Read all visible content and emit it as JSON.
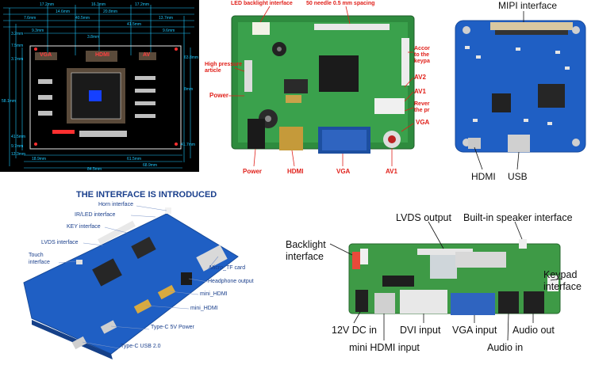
{
  "cad": {
    "dims_top": [
      "17.2mm",
      "16.3mm",
      "17.2mm",
      "14.6mm",
      "20.8mm",
      "40.5mm",
      "7.6mm",
      "41.5mm",
      "13.7mm",
      "9.3mm",
      "9.6mm",
      "3.8mm"
    ],
    "dims_left": [
      "3.2mm",
      "7.5mm",
      "3.7mm",
      "58.1mm",
      "41.5mm",
      "9.7mm",
      "12.3mm"
    ],
    "dims_right": [
      "63.8mm",
      "8mm",
      "41.7mm"
    ],
    "dims_bottom": [
      "61.5mm",
      "68.9mm",
      "84.5mm",
      "18.9mm"
    ],
    "labels": [
      "VGA",
      "HDMI",
      "AV"
    ]
  },
  "green_board": {
    "callouts": {
      "led_backlight": "LED backlight interface",
      "needle": "50 needle 0.5 mm spacing",
      "keypad": "According to the keypad",
      "high_pressure": "High pressure article",
      "power_left": "Power",
      "av2": "AV2",
      "av1": "AV1",
      "reversing": "Reversing the priority",
      "vga_right": "VGA",
      "power_bottom": "Power",
      "hdmi_bottom": "HDMI",
      "vga_bottom": "VGA",
      "av1_bottom": "AV1"
    }
  },
  "mipi_board": {
    "title": "MIPI interface",
    "hdmi": "HDMI",
    "usb": "USB"
  },
  "blue_board": {
    "heading": "THE INTERFACE IS INTRODUCED",
    "callouts": {
      "horn": "Horn interface",
      "ir_led": "IR/LED interface",
      "key": "KEY interface",
      "lvds": "LVDS interface",
      "touch": "Touch interface",
      "micro_tf": "Micro_TF card",
      "headphone": "Headphone output",
      "mini_hdmi_1": "mini_HDMI",
      "mini_hdmi_2": "mini_HDMI",
      "typec_power": "Type-C 5V Power",
      "typec_usb": "Type-C USB 2.0"
    }
  },
  "lvds_board": {
    "callouts": {
      "lvds_output": "LVDS output",
      "speaker": "Built-in speaker interface",
      "backlight": "Backlight interface",
      "keypad": "Keypad interface",
      "dc_in": "12V DC in",
      "dvi": "DVI input",
      "vga": "VGA input",
      "audio_out": "Audio out",
      "mini_hdmi": "mini HDMI input",
      "audio_in": "Audio in"
    }
  }
}
